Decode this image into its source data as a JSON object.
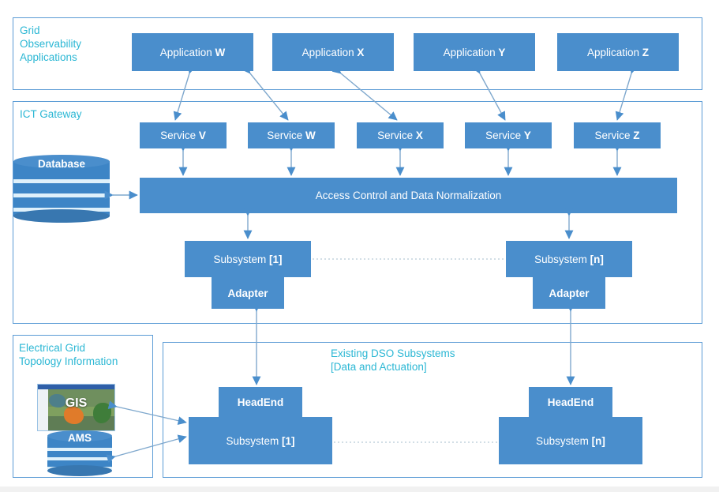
{
  "diagram": {
    "title": "ICT Gateway architecture for grid observability",
    "colors": {
      "box_fill": "#4a8ecc",
      "panel_border": "#5b9bd5",
      "panel_label": "#2bb7d4",
      "arrow": "#5b9bd5",
      "dotted": "#b7c9d8",
      "box_text": "#ffffff",
      "background": "#ffffff"
    }
  },
  "panels": {
    "applications": {
      "label": "Grid\nObservability\nApplications"
    },
    "gateway": {
      "label": "ICT Gateway"
    },
    "topology": {
      "label": "Electrical Grid\nTopology Information"
    },
    "dso": {
      "label": "Existing DSO Subsystems\n[Data and Actuation]"
    }
  },
  "applications": [
    {
      "prefix": "Application ",
      "suffix": "W"
    },
    {
      "prefix": "Application ",
      "suffix": "X"
    },
    {
      "prefix": "Application ",
      "suffix": "Y"
    },
    {
      "prefix": "Application ",
      "suffix": "Z"
    }
  ],
  "services": [
    {
      "prefix": "Service ",
      "suffix": "V"
    },
    {
      "prefix": "Service ",
      "suffix": "W"
    },
    {
      "prefix": "Service ",
      "suffix": "X"
    },
    {
      "prefix": "Service ",
      "suffix": "Y"
    },
    {
      "prefix": "Service ",
      "suffix": "Z"
    }
  ],
  "core": {
    "label": "Access Control and Data Normalization"
  },
  "database": {
    "label": "Database"
  },
  "gateway_subsystems": [
    {
      "top_prefix": "Subsystem ",
      "top_suffix": "[1]",
      "bottom": "Adapter"
    },
    {
      "top_prefix": "Subsystem ",
      "top_suffix": "[n]",
      "bottom": "Adapter"
    }
  ],
  "dso_subsystems": [
    {
      "top": "HeadEnd",
      "bottom_prefix": "Subsystem ",
      "bottom_suffix": "[1]"
    },
    {
      "top": "HeadEnd",
      "bottom_prefix": "Subsystem ",
      "bottom_suffix": "[n]"
    }
  ],
  "topology_sources": [
    {
      "label": "GIS",
      "kind": "map-thumbnail"
    },
    {
      "label": "AMS",
      "kind": "database-cylinder"
    }
  ]
}
